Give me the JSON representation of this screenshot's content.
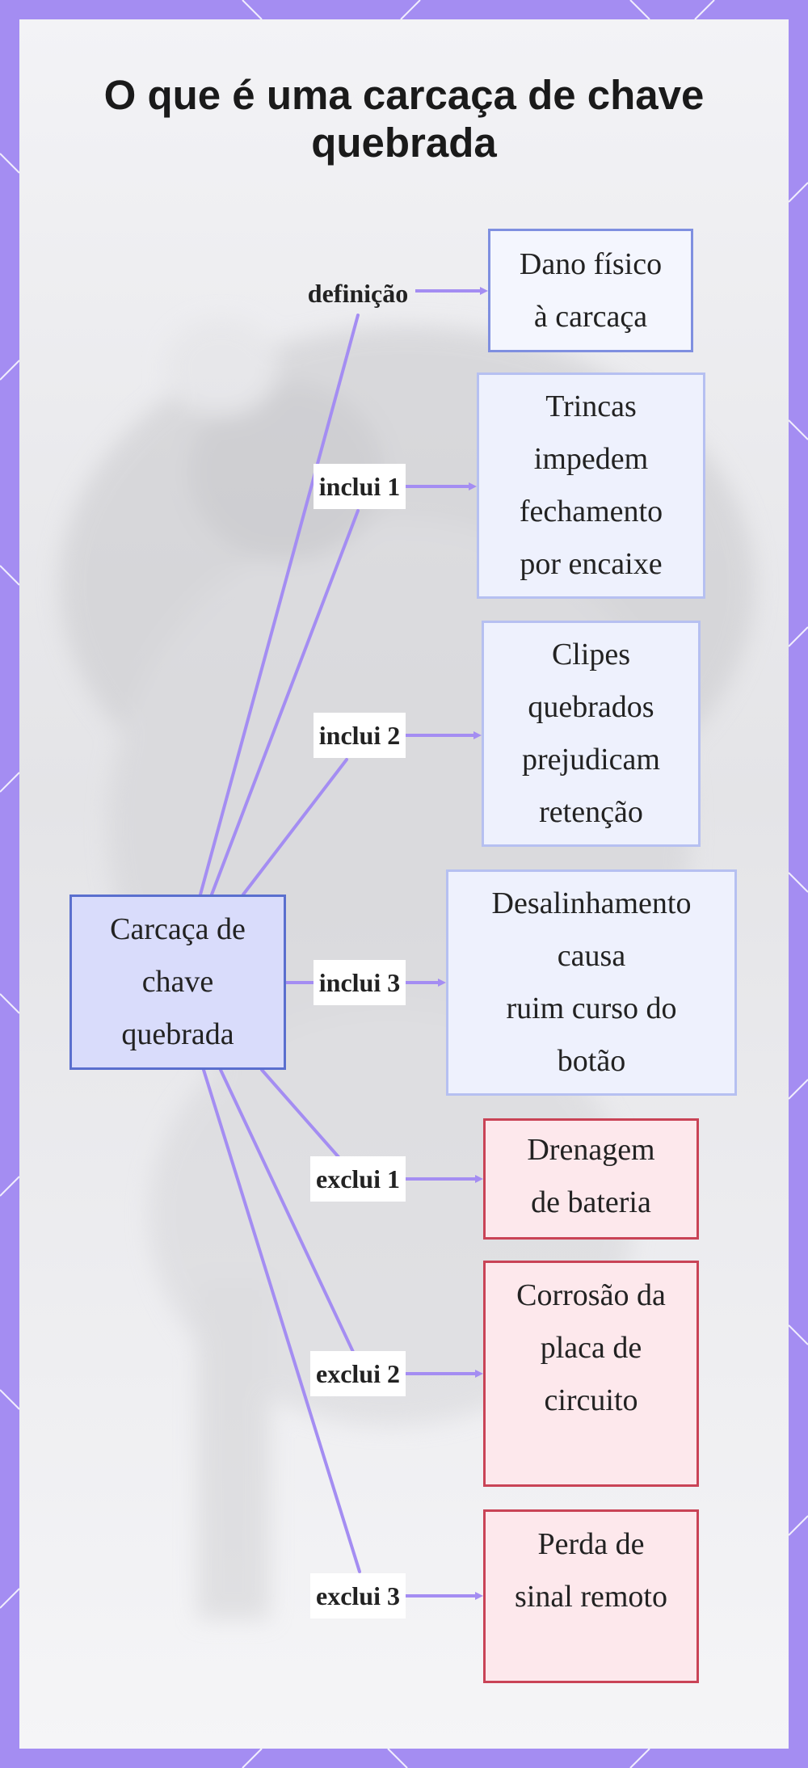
{
  "title": "O que é uma carcaça de chave quebrada",
  "center": {
    "label": "Carcaça de\nchave\nquebrada"
  },
  "branches": [
    {
      "relation": "definição",
      "text": "Dano físico\nà carcaça",
      "kind": "definition"
    },
    {
      "relation": "inclui 1",
      "text": "Trincas\nimpedem\nfechamento\npor encaixe",
      "kind": "include"
    },
    {
      "relation": "inclui 2",
      "text": "Clipes\nquebrados\nprejudicam\nretenção",
      "kind": "include"
    },
    {
      "relation": "inclui 3",
      "text": "Desalinhamento\ncausa\nruim curso do\nbotão",
      "kind": "include"
    },
    {
      "relation": "exclui 1",
      "text": "Drenagem\nde bateria",
      "kind": "exclude"
    },
    {
      "relation": "exclui 2",
      "text": "Corrosão da\nplaca de\ncircuito",
      "kind": "exclude"
    },
    {
      "relation": "exclui 3",
      "text": "Perda de\nsinal remoto",
      "kind": "exclude"
    }
  ],
  "colors": {
    "frame": "#a48df2",
    "connector": "#a48df2",
    "main_fill": "#d9dcfb",
    "main_border": "#5a6fce",
    "include_fill": "#eef1fd",
    "include_border": "#b6c0f1",
    "exclude_fill": "#fde8ec",
    "exclude_border": "#c94356"
  }
}
